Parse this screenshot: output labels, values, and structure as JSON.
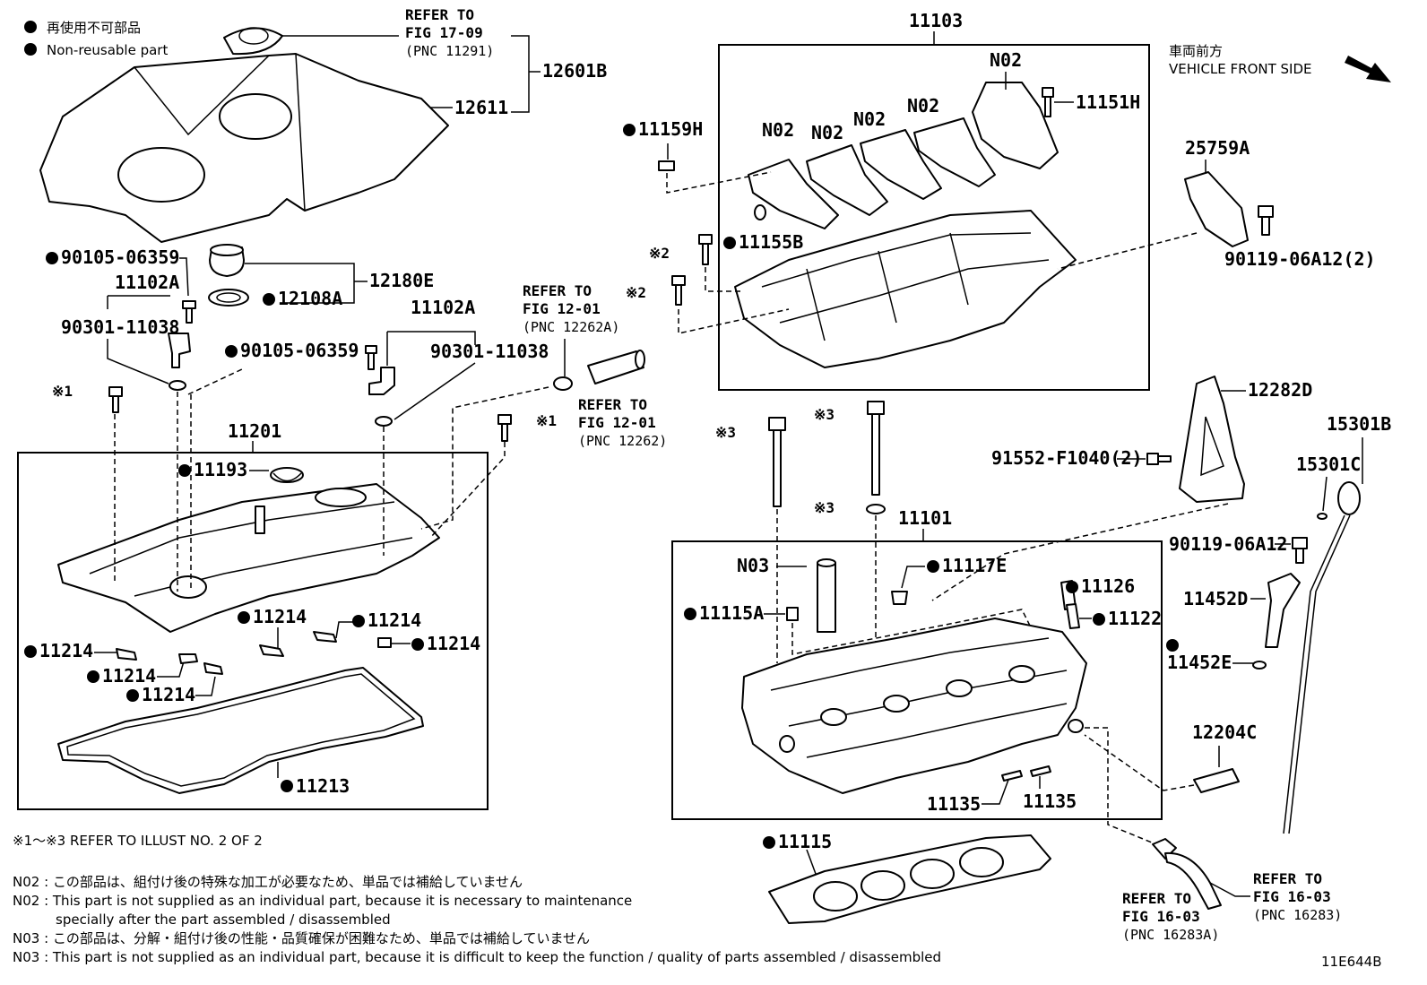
{
  "legend": {
    "jp": "再使用不可部品",
    "en": "Non-reusable part"
  },
  "direction": {
    "jp": "車両前方",
    "en": "VEHICLE FRONT SIDE"
  },
  "refs": {
    "fig1709": [
      "REFER TO",
      "FIG 17-09",
      "(PNC 11291)"
    ],
    "fig1201a": [
      "REFER TO",
      "FIG 12-01",
      "(PNC 12262A)"
    ],
    "fig1201b": [
      "REFER TO",
      "FIG 12-01",
      "(PNC 12262)"
    ],
    "fig1603a": [
      "REFER TO",
      "FIG 16-03",
      "(PNC 16283A)"
    ],
    "fig1603b": [
      "REFER TO",
      "FIG 16-03",
      "(PNC 16283)"
    ]
  },
  "parts": {
    "p12601B": "12601B",
    "p12611": "12611",
    "p90105a": "90105-06359",
    "p11102A_l": "11102A",
    "p90301_l": "90301-11038",
    "p12180E": "12180E",
    "p12108A": "12108A",
    "p90105b": "90105-06359",
    "p11102A_r": "11102A",
    "p90301_r": "90301-11038",
    "p11201": "11201",
    "p11193": "11193",
    "p11214_a": "11214",
    "p11214_b": "11214",
    "p11214_c": "11214",
    "p11214_d": "11214",
    "p11214_e": "11214",
    "p11214_f": "11214",
    "p11213": "11213",
    "p11103": "11103",
    "p11159H": "11159H",
    "p11155B": "11155B",
    "p11151H": "11151H",
    "pN02_1": "N02",
    "pN02_2": "N02",
    "pN02_3": "N02",
    "pN02_4": "N02",
    "pN02_5": "N02",
    "p25759A": "25759A",
    "p90119_2": "90119-06A12(2)",
    "p12282D": "12282D",
    "p91552": "91552-F1040(2)",
    "p15301B": "15301B",
    "p15301C": "15301C",
    "p90119": "90119-06A12",
    "p11452D": "11452D",
    "p11452E": "11452E",
    "p12204C": "12204C",
    "p11101": "11101",
    "pN03": "N03",
    "p11117E": "11117E",
    "p11126": "11126",
    "p11115A": "11115A",
    "p11122": "11122",
    "p11135_a": "11135",
    "p11135_b": "11135",
    "p11115": "11115"
  },
  "marks": {
    "m1a": "※1",
    "m1b": "※1",
    "m2a": "※2",
    "m2b": "※2",
    "m3a": "※3",
    "m3b": "※3",
    "m3c": "※3"
  },
  "notes": {
    "refer": "※1～※3  REFER TO ILLUST NO. 2 OF 2",
    "n02_jp": "N02 : この部品は、組付け後の特殊な加工が必要なため、単品では補給していません",
    "n02_en1": "N02 : This part is not supplied as an individual part, because it is necessary to maintenance",
    "n02_en2": "specially after the part assembled / disassembled",
    "n03_jp": "N03 : この部品は、分解・組付け後の性能・品質確保が困難なため、単品では補給していません",
    "n03_en": "N03 : This part is not supplied as an individual part, because it is difficult to keep the function / quality of parts  assembled / disassembled"
  },
  "illustration_id": "11E644B"
}
